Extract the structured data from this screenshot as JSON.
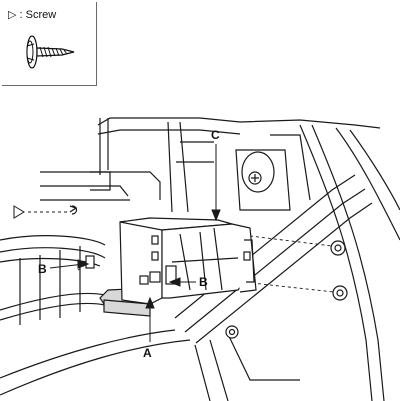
{
  "legend": {
    "symbol": "▷",
    "separator": " : ",
    "text": "Screw"
  },
  "callouts": {
    "A": "A",
    "B_left": "B",
    "B_right": "B",
    "C": "C"
  },
  "colors": {
    "line": "#1a1a1a",
    "shade": "#d8d8d8",
    "bg": "#ffffff"
  }
}
